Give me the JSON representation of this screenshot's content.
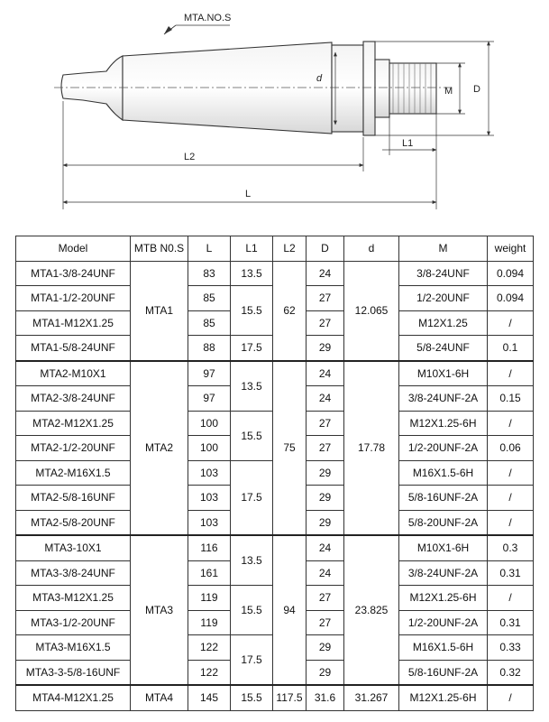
{
  "drawing": {
    "labels": {
      "taper": "MTA.NO.S",
      "d": "d",
      "M": "M",
      "D": "D",
      "L1": "L1",
      "L2": "L2",
      "L": "L"
    }
  },
  "table": {
    "headers": [
      "Model",
      "MTB N0.S",
      "L",
      "L1",
      "L2",
      "D",
      "d",
      "M",
      "weight"
    ],
    "rows": [
      {
        "model": "MTA1-3/8-24UNF",
        "L": "83",
        "D": "24",
        "M": "3/8-24UNF",
        "weight": "0.094"
      },
      {
        "model": "MTA1-1/2-20UNF",
        "L": "85",
        "D": "27",
        "M": "1/2-20UNF",
        "weight": "0.094"
      },
      {
        "model": "MTA1-M12X1.25",
        "L": "85",
        "D": "27",
        "M": "M12X1.25",
        "weight": "/"
      },
      {
        "model": "MTA1-5/8-24UNF",
        "L": "88",
        "D": "29",
        "M": "5/8-24UNF",
        "weight": "0.1"
      },
      {
        "model": "MTA2-M10X1",
        "L": "97",
        "D": "24",
        "M": "M10X1-6H",
        "weight": "/"
      },
      {
        "model": "MTA2-3/8-24UNF",
        "L": "97",
        "D": "24",
        "M": "3/8-24UNF-2A",
        "weight": "0.15"
      },
      {
        "model": "MTA2-M12X1.25",
        "L": "100",
        "D": "27",
        "M": "M12X1.25-6H",
        "weight": "/"
      },
      {
        "model": "MTA2-1/2-20UNF",
        "L": "100",
        "D": "27",
        "M": "1/2-20UNF-2A",
        "weight": "0.06"
      },
      {
        "model": "MTA2-M16X1.5",
        "L": "103",
        "D": "29",
        "M": "M16X1.5-6H",
        "weight": "/"
      },
      {
        "model": "MTA2-5/8-16UNF",
        "L": "103",
        "D": "29",
        "M": "5/8-16UNF-2A",
        "weight": "/"
      },
      {
        "model": "MTA2-5/8-20UNF",
        "L": "103",
        "D": "29",
        "M": "5/8-20UNF-2A",
        "weight": "/"
      },
      {
        "model": "MTA3-10X1",
        "L": "116",
        "D": "24",
        "M": "M10X1-6H",
        "weight": "0.3"
      },
      {
        "model": "MTA3-3/8-24UNF",
        "L": "161",
        "D": "24",
        "M": "3/8-24UNF-2A",
        "weight": "0.31"
      },
      {
        "model": "MTA3-M12X1.25",
        "L": "119",
        "D": "27",
        "M": "M12X1.25-6H",
        "weight": "/"
      },
      {
        "model": "MTA3-1/2-20UNF",
        "L": "119",
        "D": "27",
        "M": "1/2-20UNF-2A",
        "weight": "0.31"
      },
      {
        "model": "MTA3-M16X1.5",
        "L": "122",
        "D": "29",
        "M": "M16X1.5-6H",
        "weight": "0.33"
      },
      {
        "model": "MTA3-3-5/8-16UNF",
        "L": "122",
        "D": "29",
        "M": "5/8-16UNF-2A",
        "weight": "0.32"
      },
      {
        "model": "MTA4-M12X1.25",
        "L": "145",
        "D": "31.6",
        "M": "M12X1.25-6H",
        "weight": "/"
      }
    ],
    "mtb": [
      {
        "row": 0,
        "span": 4,
        "value": "MTA1"
      },
      {
        "row": 4,
        "span": 7,
        "value": "MTA2"
      },
      {
        "row": 11,
        "span": 6,
        "value": "MTA3"
      },
      {
        "row": 17,
        "span": 1,
        "value": "MTA4"
      }
    ],
    "L1": [
      {
        "row": 0,
        "span": 1,
        "value": "13.5"
      },
      {
        "row": 1,
        "span": 2,
        "value": "15.5"
      },
      {
        "row": 3,
        "span": 1,
        "value": "17.5"
      },
      {
        "row": 4,
        "span": 2,
        "value": "13.5"
      },
      {
        "row": 6,
        "span": 2,
        "value": "15.5"
      },
      {
        "row": 8,
        "span": 3,
        "value": "17.5"
      },
      {
        "row": 11,
        "span": 2,
        "value": "13.5"
      },
      {
        "row": 13,
        "span": 2,
        "value": "15.5"
      },
      {
        "row": 15,
        "span": 2,
        "value": "17.5"
      },
      {
        "row": 17,
        "span": 1,
        "value": "15.5"
      }
    ],
    "L2": [
      {
        "row": 0,
        "span": 4,
        "value": "62"
      },
      {
        "row": 4,
        "span": 7,
        "value": "75"
      },
      {
        "row": 11,
        "span": 6,
        "value": "94"
      },
      {
        "row": 17,
        "span": 1,
        "value": "117.5"
      }
    ],
    "d": [
      {
        "row": 0,
        "span": 4,
        "value": "12.065"
      },
      {
        "row": 4,
        "span": 7,
        "value": "17.78"
      },
      {
        "row": 11,
        "span": 6,
        "value": "23.825"
      },
      {
        "row": 17,
        "span": 1,
        "value": "31.267"
      }
    ]
  }
}
